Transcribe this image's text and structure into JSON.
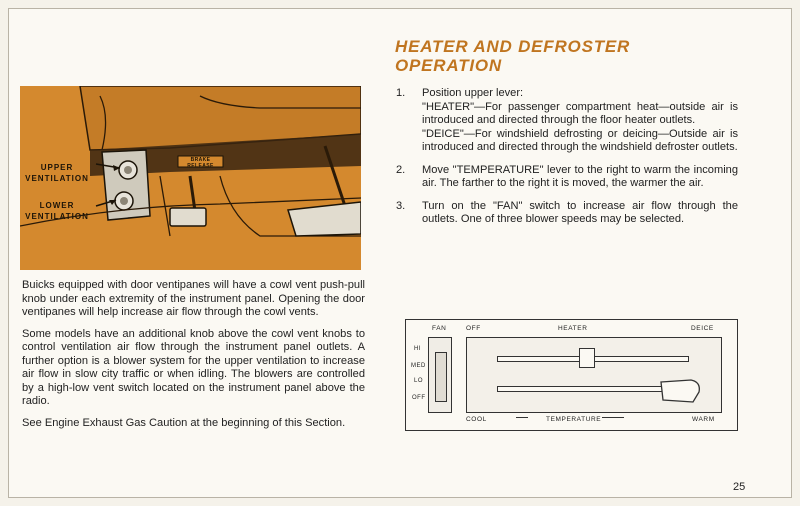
{
  "heading": {
    "line1": "HEATER AND DEFROSTER",
    "line2": "OPERATION"
  },
  "illustration": {
    "callout_upper_1": "UPPER",
    "callout_upper_2": "VENTILATION",
    "callout_lower_1": "LOWER",
    "callout_lower_2": "VENTILATION",
    "brake_label": "BRAKE RELEASE"
  },
  "left_column": {
    "p1": "Buicks equipped with door ventipanes will have a cowl vent push-pull knob under each extremity of the instrument panel. Opening the door ventipanes will help increase air flow through the cowl vents.",
    "p2": "Some models have an additional knob above the cowl vent knobs to control ventilation air flow through the instrument panel outlets. A further option is a blower system for the upper ventilation to increase air flow in slow city traffic or when idling. The blowers are controlled by a high-low vent switch located on the instrument panel above the radio.",
    "p3": "See Engine Exhaust Gas Caution at the beginning of this Section."
  },
  "steps": [
    {
      "num": "1.",
      "intro": "Position upper lever:",
      "heater": "\"HEATER\"—For passenger compartment heat—outside air is introduced and directed through the floor heater outlets.",
      "deice": "\"DEICE\"—For windshield defrosting or deicing—Outside air is introduced and directed through the windshield defroster outlets."
    },
    {
      "num": "2.",
      "text": "Move \"TEMPERATURE\" lever to the right to warm the incoming air. The farther to the right it is moved, the warmer the air."
    },
    {
      "num": "3.",
      "text": "Turn on the \"FAN\" switch to increase air flow through the outlets. One of three blower speeds may be selected."
    }
  ],
  "control_panel": {
    "fan": "FAN",
    "off_top": "OFF",
    "heater": "HEATER",
    "deice": "DEICE",
    "hi": "HI",
    "med": "MED",
    "lo": "LO",
    "off_side": "OFF",
    "cool": "COOL",
    "temperature": "TEMPERATURE",
    "warm": "WARM"
  },
  "page_number": "25"
}
